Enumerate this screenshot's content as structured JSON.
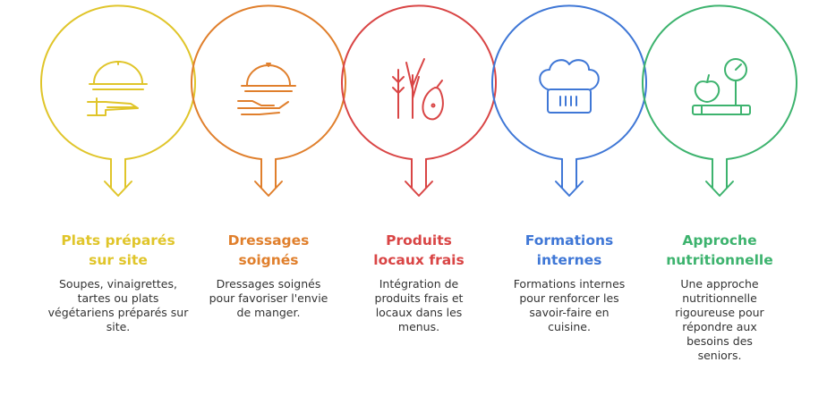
{
  "steps": [
    {
      "title": "Plats préparés sur site",
      "description": "Soupes, vinaigrettes, tartes ou plats végétariens préparés sur site.",
      "color": "#e0c52a",
      "icon": "serving-cloche-icon"
    },
    {
      "title": "Dressages soignés",
      "description": "Dressages soignés pour favoriser l'envie de manger.",
      "color": "#e07f2c",
      "icon": "hand-serving-platter-icon"
    },
    {
      "title": "Produits locaux frais",
      "description": "Intégration de produits frais et locaux dans les menus.",
      "color": "#d94545",
      "icon": "fresh-produce-icon"
    },
    {
      "title": "Formations internes",
      "description": "Formations internes pour renforcer les savoir-faire en cuisine.",
      "color": "#3f77d6",
      "icon": "chef-hat-icon"
    },
    {
      "title": "Approche nutritionnelle",
      "description": "Une approche nutritionnelle rigoureuse pour répondre aux besoins des seniors.",
      "color": "#3db36e",
      "icon": "scale-with-apple-icon"
    }
  ]
}
